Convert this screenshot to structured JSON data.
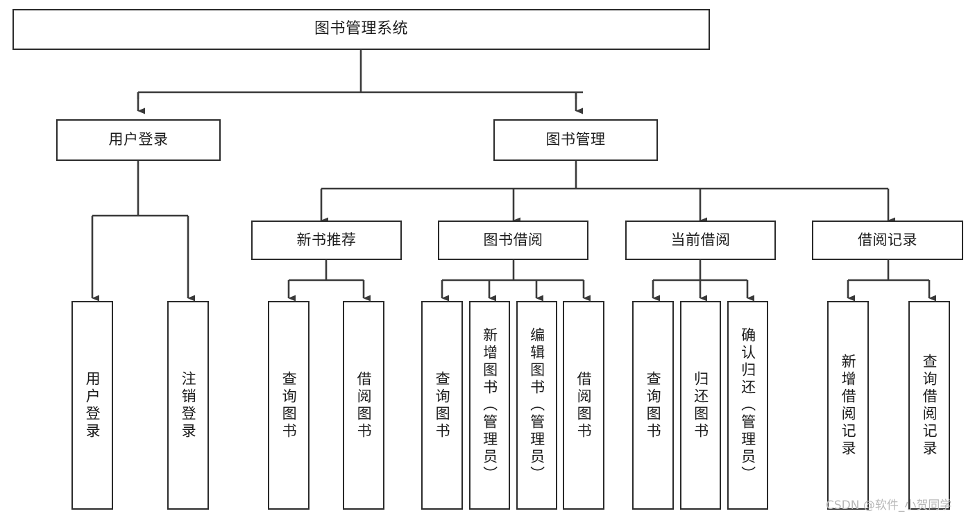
{
  "diagram": {
    "title": "图书管理系统",
    "type": "tree-hierarchy",
    "watermark": "CSDN @软件_小贺同学",
    "colors": {
      "box_border": "#2b2b2b",
      "box_fill": "#ffffff",
      "connector": "#3a3a3a",
      "text": "#1c1c1c",
      "watermark": "#b8b8b8",
      "background": "#ffffff"
    },
    "nodes": {
      "root": {
        "label": "图书管理系统",
        "orientation": "horizontal",
        "level": 0
      },
      "level1": [
        {
          "id": "user-login",
          "label": "用户登录",
          "orientation": "horizontal"
        },
        {
          "id": "book-manage",
          "label": "图书管理",
          "orientation": "horizontal"
        }
      ],
      "level2": [
        {
          "id": "new-book-recommend",
          "label": "新书推荐",
          "orientation": "horizontal"
        },
        {
          "id": "book-borrow",
          "label": "图书借阅",
          "orientation": "horizontal"
        },
        {
          "id": "current-borrow",
          "label": "当前借阅",
          "orientation": "horizontal"
        },
        {
          "id": "borrow-record",
          "label": "借阅记录",
          "orientation": "horizontal"
        }
      ],
      "leaves": [
        {
          "id": "leaf-user-login",
          "label": "用户登录",
          "parent": "user-login",
          "orientation": "vertical"
        },
        {
          "id": "leaf-logout-login",
          "label": "注销登录",
          "parent": "user-login",
          "orientation": "vertical"
        },
        {
          "id": "leaf-query-book-1",
          "label": "查询图书",
          "parent": "new-book-recommend",
          "orientation": "vertical"
        },
        {
          "id": "leaf-borrow-book-1",
          "label": "借阅图书",
          "parent": "new-book-recommend",
          "orientation": "vertical"
        },
        {
          "id": "leaf-query-book-2",
          "label": "查询图书",
          "parent": "book-borrow",
          "orientation": "vertical"
        },
        {
          "id": "leaf-add-book",
          "label": "新增图书（管理员）",
          "parent": "book-borrow",
          "orientation": "vertical"
        },
        {
          "id": "leaf-edit-book",
          "label": "编辑图书（管理员）",
          "parent": "book-borrow",
          "orientation": "vertical"
        },
        {
          "id": "leaf-borrow-book-2",
          "label": "借阅图书",
          "parent": "book-borrow",
          "orientation": "vertical"
        },
        {
          "id": "leaf-query-book-3",
          "label": "查询图书",
          "parent": "current-borrow",
          "orientation": "vertical"
        },
        {
          "id": "leaf-return-book",
          "label": "归还图书",
          "parent": "current-borrow",
          "orientation": "vertical"
        },
        {
          "id": "leaf-confirm-return",
          "label": "确认归还（管理员）",
          "parent": "current-borrow",
          "orientation": "vertical"
        },
        {
          "id": "leaf-add-record",
          "label": "新增借阅记录",
          "parent": "borrow-record",
          "orientation": "vertical"
        },
        {
          "id": "leaf-query-record",
          "label": "查询借阅记录",
          "parent": "borrow-record",
          "orientation": "vertical"
        }
      ]
    }
  }
}
